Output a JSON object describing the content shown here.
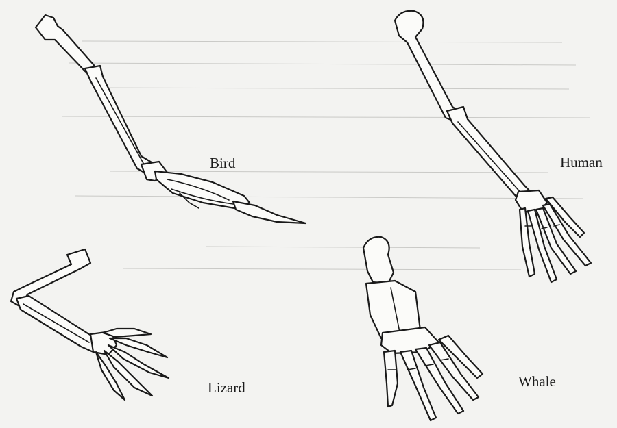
{
  "labels": {
    "bird": "Bird",
    "human": "Human",
    "lizard": "Lizard",
    "whale": "Whale"
  }
}
